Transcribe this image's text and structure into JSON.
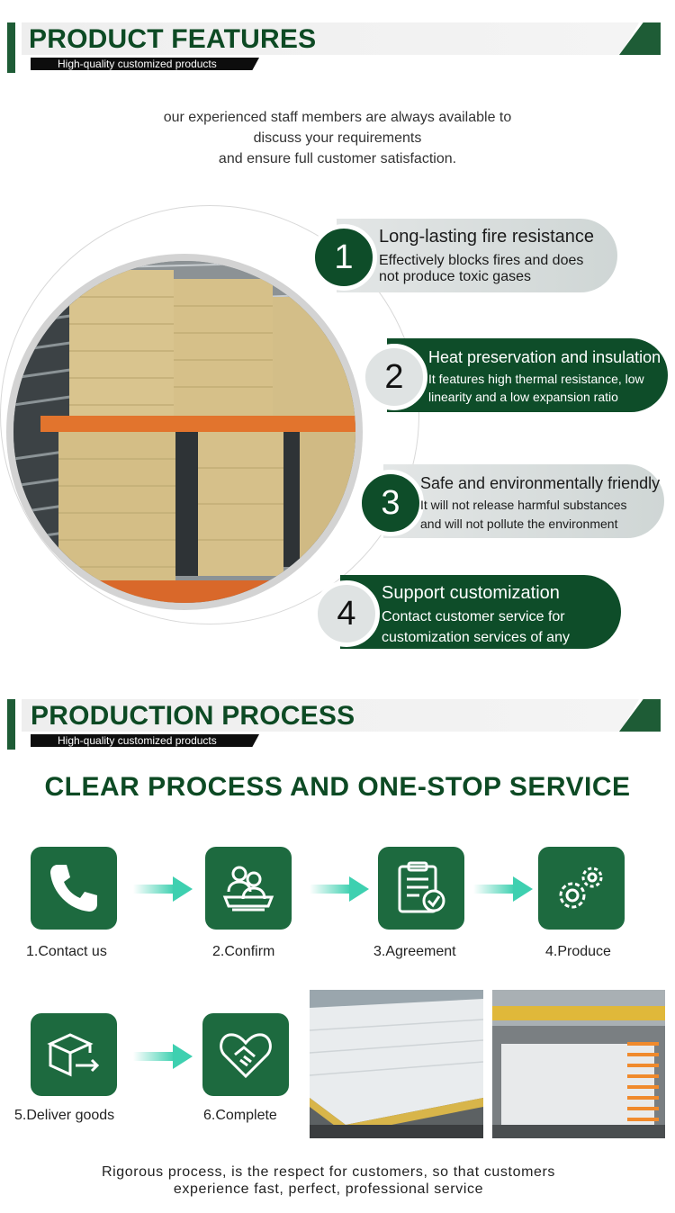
{
  "section1": {
    "title": "PRODUCT FEATURES",
    "subtitle": "High-quality customized products"
  },
  "intro": {
    "line1": "our experienced staff members are always available to",
    "line2": "discuss your requirements",
    "line3": "and ensure full customer satisfaction."
  },
  "features": [
    {
      "number": "1",
      "title": "Long-lasting fire resistance",
      "desc1": "Effectively blocks fires and does",
      "desc2": "not produce toxic gases"
    },
    {
      "number": "2",
      "title": "Heat preservation and insulation",
      "desc1": "It features high thermal resistance, low",
      "desc2": "linearity and a low expansion ratio"
    },
    {
      "number": "3",
      "title": "Safe and environmentally friendly",
      "desc1": "It will not release harmful substances",
      "desc2": "and will not pollute the environment"
    },
    {
      "number": "4",
      "title": "Support customization",
      "desc1": "Contact customer service for",
      "desc2": "customization services of any"
    }
  ],
  "section2": {
    "title": "PRODUCTION PROCESS",
    "subtitle": "High-quality customized products"
  },
  "process": {
    "heading": "CLEAR PROCESS AND ONE-STOP SERVICE",
    "steps": [
      {
        "label": "1.Contact us",
        "icon": "phone-icon"
      },
      {
        "label": "2.Confirm",
        "icon": "people-icon"
      },
      {
        "label": "3.Agreement",
        "icon": "clipboard-check-icon"
      },
      {
        "label": "4.Produce",
        "icon": "gears-icon"
      },
      {
        "label": "5.Deliver goods",
        "icon": "box-delivery-icon"
      },
      {
        "label": "6.Complete",
        "icon": "handshake-heart-icon"
      }
    ]
  },
  "footer": {
    "line1": "Rigorous process, is the respect for customers, so that customers",
    "line2": "experience fast, perfect, professional service"
  },
  "colors": {
    "brand_green": "#0e4d29",
    "icon_green": "#1d6a3f",
    "arrow_cyan": "#3ed0b0"
  }
}
